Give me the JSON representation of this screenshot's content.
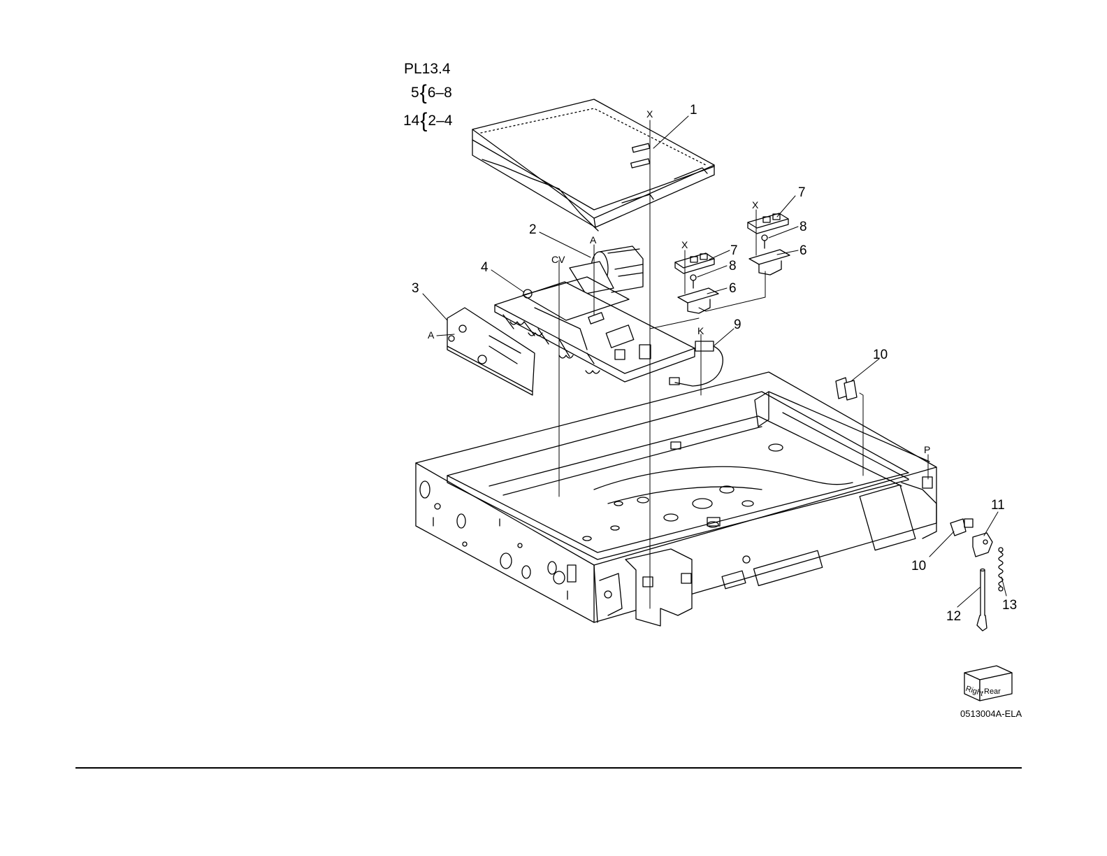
{
  "plate_ref": {
    "title": "PL13.4",
    "rows": [
      {
        "item": "5",
        "brace": "{",
        "range": "6–8"
      },
      {
        "item": "14",
        "brace": "{",
        "range": "2–4"
      }
    ]
  },
  "callouts": [
    "1",
    "2",
    "3",
    "4",
    "7",
    "8",
    "6",
    "7",
    "8",
    "6",
    "9",
    "10",
    "10",
    "11",
    "12",
    "13"
  ],
  "reference_letters": [
    "X",
    "X",
    "X",
    "A",
    "A",
    "CV",
    "K",
    "P"
  ],
  "orientation_cube": {
    "face_left": "Right",
    "face_right": "Rear"
  },
  "figure_code": "0513004A-ELA",
  "colors": {
    "line": "#000000",
    "background": "#ffffff"
  }
}
